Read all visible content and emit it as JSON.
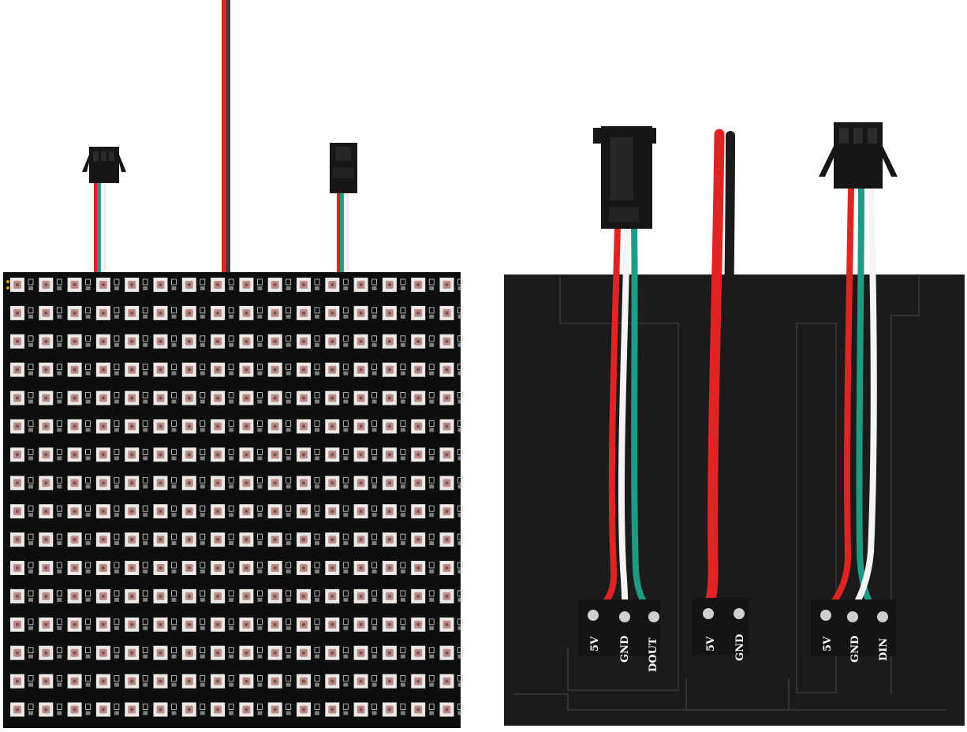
{
  "left_panel": {
    "rows": 16,
    "cols": 16,
    "colors": {
      "board": "#0e0e0e",
      "led": "#ece8e6",
      "led_core": "#b98d8a",
      "silk": "#d8d8d8"
    }
  },
  "right_panel": {
    "colors": {
      "board": "#1c1a1b",
      "outline": "#3a3839",
      "pad": "#cfcfcf"
    },
    "pad_labels": {
      "out_5v": "5V",
      "out_gnd": "GND",
      "out_dout": "DOUT",
      "pwr_5v": "5V",
      "pwr_gnd": "GND",
      "in_5v": "5V",
      "in_gnd": "GND",
      "in_din": "DIN"
    }
  },
  "wire_colors": {
    "red": "#e02424",
    "green": "#1f9a83",
    "white": "#f4f4f4",
    "black": "#1a1a1a"
  },
  "connector_color": "#161616"
}
